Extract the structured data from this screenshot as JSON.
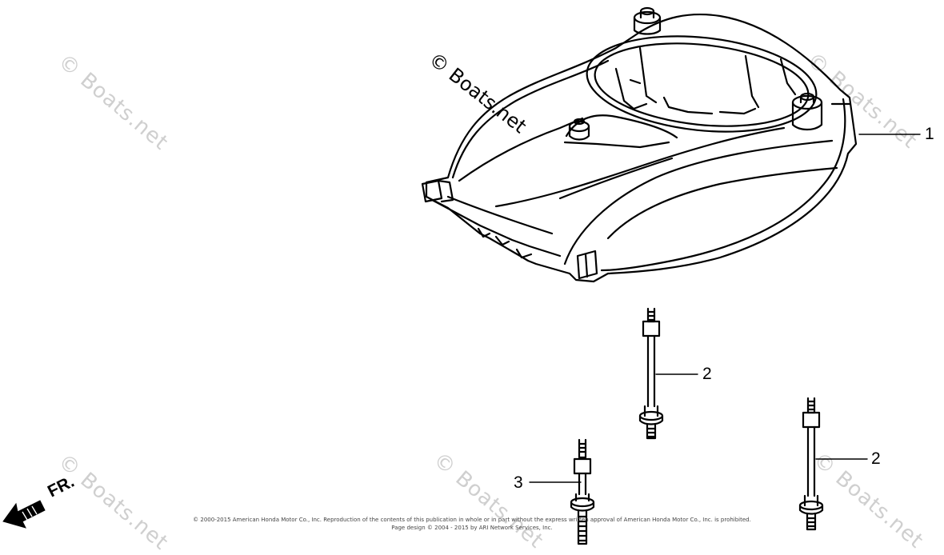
{
  "watermark_text": "© Boats.net",
  "callouts": {
    "c1": "1",
    "c2a": "2",
    "c2b": "2",
    "c3": "3"
  },
  "direction_label": "FR.",
  "copyright": {
    "line1": "© 2000-2015 American Honda Motor Co., Inc. Reproduction of the contents of this publication in whole or in part without the express written approval of American Honda Motor Co., Inc. is prohibited.",
    "line2": "Page design © 2004 - 2015 by ARI Network Services, Inc."
  }
}
